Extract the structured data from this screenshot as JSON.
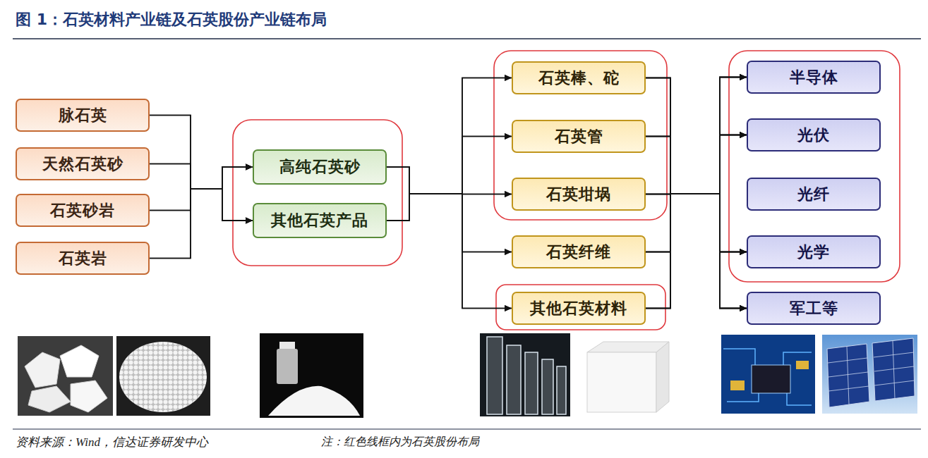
{
  "diagram": {
    "title": "图 1：石英材料产业链及石英股份产业链布局",
    "caption": "资料来源：Wind，信达证券研发中心",
    "nodes": [
      {
        "text": [
          "脉石英"
        ]
      },
      {
        "text": [
          "天然石英砂"
        ]
      },
      {
        "text": [
          "石英砂岩"
        ]
      },
      {
        "text": [
          "石英岩"
        ]
      },
      {
        "text": [
          "高纯石英砂"
        ]
      },
      {
        "text": [
          "其他石英产品"
        ]
      },
      {
        "text": [
          "石英棒、砣"
        ]
      },
      {
        "text": [
          "石英管"
        ]
      },
      {
        "text": [
          "石英坩埚"
        ]
      },
      {
        "text": [
          "石英纤维"
        ]
      },
      {
        "text": [
          "其他石英材料"
        ]
      },
      {
        "text": [
          "半导体"
        ]
      },
      {
        "text": [
          "光伏"
        ]
      },
      {
        "text": [
          "光纤"
        ]
      },
      {
        "text": [
          "光学"
        ]
      },
      {
        "text": [
          "军工等"
        ]
      }
    ],
    "edges": [
      {
        "from": 0,
        "to": 4,
        "arrow": "to"
      },
      {
        "from": 0,
        "to": 5,
        "arrow": "to"
      },
      {
        "from": 1,
        "to": 4,
        "arrow": "to"
      },
      {
        "from": 1,
        "to": 5,
        "arrow": "to"
      },
      {
        "from": 2,
        "to": 4,
        "arrow": "to"
      },
      {
        "from": 2,
        "to": 5,
        "arrow": "to"
      },
      {
        "from": 3,
        "to": 4,
        "arrow": "to"
      },
      {
        "from": 3,
        "to": 5,
        "arrow": "to"
      },
      {
        "from": 4,
        "to": 6,
        "arrow": "to"
      },
      {
        "from": 4,
        "to": 7,
        "arrow": "to"
      },
      {
        "from": 4,
        "to": 8,
        "arrow": "to"
      },
      {
        "from": 4,
        "to": 9,
        "arrow": "to"
      },
      {
        "from": 4,
        "to": 10,
        "arrow": "to"
      },
      {
        "from": 5,
        "to": 6,
        "arrow": "to"
      },
      {
        "from": 5,
        "to": 7,
        "arrow": "to"
      },
      {
        "from": 5,
        "to": 8,
        "arrow": "to"
      },
      {
        "from": 5,
        "to": 9,
        "arrow": "to"
      },
      {
        "from": 5,
        "to": 10,
        "arrow": "to"
      },
      {
        "from": 6,
        "to": 11,
        "arrow": "to"
      },
      {
        "from": 6,
        "to": 12,
        "arrow": "to"
      },
      {
        "from": 6,
        "to": 14,
        "arrow": "to"
      },
      {
        "from": 6,
        "to": 15,
        "arrow": "to"
      },
      {
        "from": 7,
        "to": 11,
        "arrow": "to"
      },
      {
        "from": 7,
        "to": 12,
        "arrow": "to"
      },
      {
        "from": 7,
        "to": 14,
        "arrow": "to"
      },
      {
        "from": 7,
        "to": 15,
        "arrow": "to"
      },
      {
        "from": 8,
        "to": 11,
        "arrow": "to"
      },
      {
        "from": 8,
        "to": 12,
        "arrow": "to"
      },
      {
        "from": 8,
        "to": 14,
        "arrow": "to"
      },
      {
        "from": 8,
        "to": 15,
        "arrow": "to"
      },
      {
        "from": 9,
        "to": 11,
        "arrow": "to"
      },
      {
        "from": 9,
        "to": 12,
        "arrow": "to"
      },
      {
        "from": 9,
        "to": 14,
        "arrow": "to"
      },
      {
        "from": 9,
        "to": 15,
        "arrow": "to"
      },
      {
        "from": 10,
        "to": 11,
        "arrow": "to"
      },
      {
        "from": 10,
        "to": 12,
        "arrow": "to"
      },
      {
        "from": 10,
        "to": 14,
        "arrow": "to"
      },
      {
        "from": 10,
        "to": 15,
        "arrow": "to"
      }
    ],
    "labels": [
      "注：红色线框内为石英股份布局"
    ]
  }
}
